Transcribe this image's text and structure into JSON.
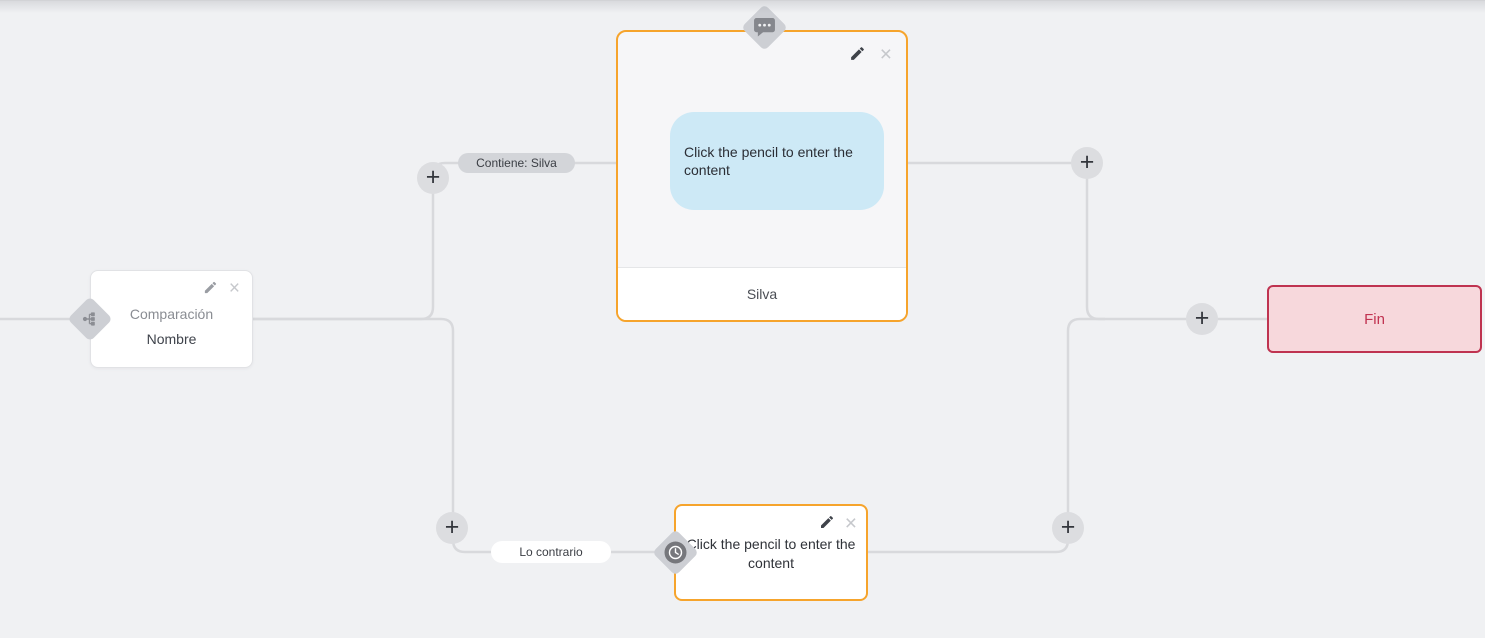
{
  "app": {
    "view": "chatbot-flow-builder-canvas"
  },
  "colors": {
    "background": "#f0f1f3",
    "connector": "#d8d9dc",
    "accent_orange": "#f6a42c",
    "bubble_blue": "#cde9f6",
    "end_node_bg": "#f7d8dc",
    "end_node_border": "#bf3350",
    "end_node_text": "#c13351"
  },
  "icons": {
    "edit": "pencil-icon",
    "delete": "close-icon",
    "add": "plus-icon",
    "message_handle": "chat-bubble-icon",
    "condition_handle": "sitemap-icon",
    "fallback_handle": "clock-icon"
  },
  "nodes": {
    "comparison": {
      "line1": "Comparación",
      "line2": "Nombre"
    },
    "message": {
      "placeholder": "Click the pencil to enter the content",
      "footer": "Silva"
    },
    "fallback": {
      "placeholder": "Click the pencil to enter the content"
    },
    "end": {
      "label": "Fin"
    }
  },
  "edge_labels": {
    "contains": "Contiene: Silva",
    "otherwise": "Lo contrario"
  },
  "controls": {
    "plus": "+",
    "close": "×"
  }
}
